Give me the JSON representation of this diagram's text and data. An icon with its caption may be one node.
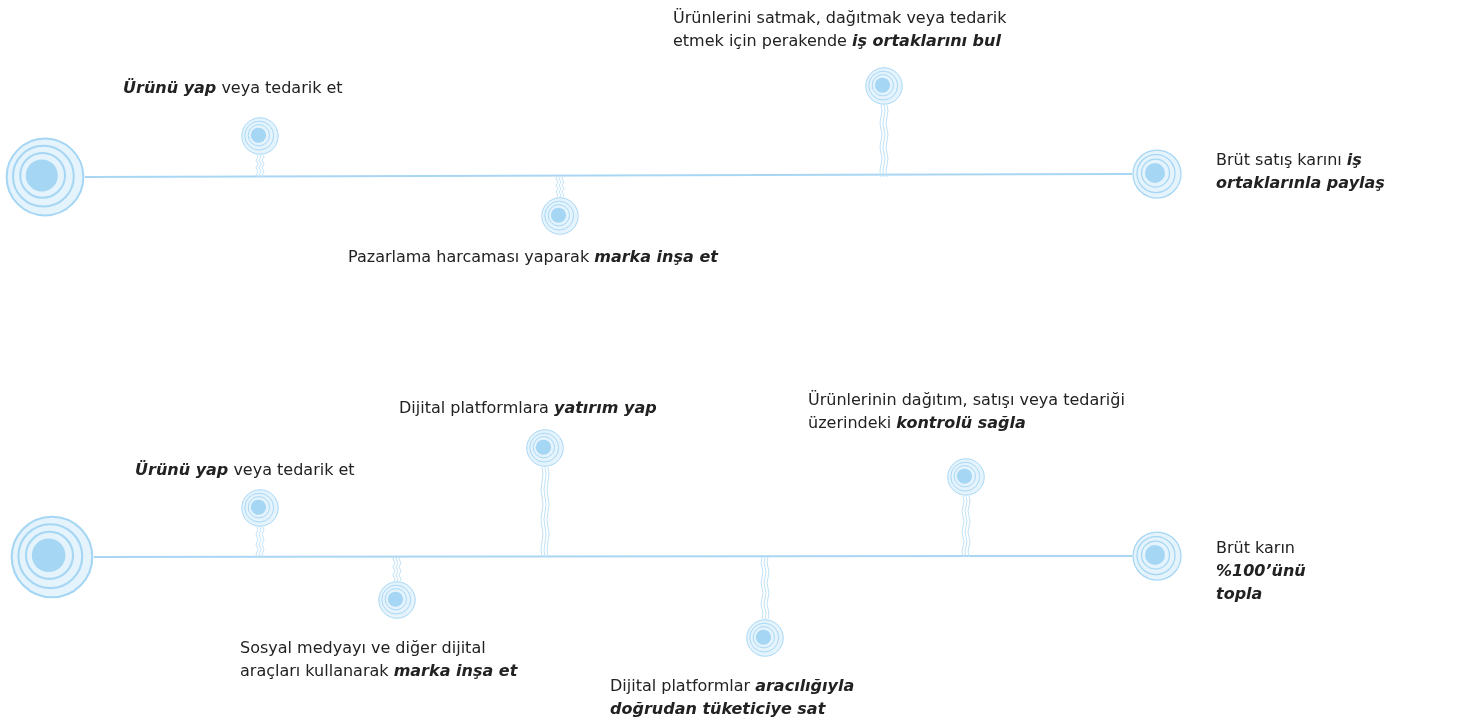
{
  "diagram": {
    "nodes": [
      {
        "text": [],
        "shape": "circle"
      },
      {
        "text": [],
        "shape": "circle",
        "beside": [
          "**Ürünü yap** veya tedarik et"
        ]
      },
      {
        "text": [],
        "shape": "circle",
        "beside": [
          "Pazarlama harcaması yaparak **marka inşa et**"
        ]
      },
      {
        "text": [],
        "shape": "circle",
        "beside": [
          "Ürünlerini satmak, dağıtmak veya tedarik etmek için perakende **iş ortaklarını bul**"
        ]
      },
      {
        "text": [],
        "shape": "circle",
        "beside": [
          "Brüt satış karını **iş ortaklarınla paylaş**"
        ]
      },
      {
        "text": [],
        "shape": "circle"
      },
      {
        "text": [],
        "shape": "circle",
        "beside": [
          "**Ürünü yap** veya tedarik et"
        ]
      },
      {
        "text": [],
        "shape": "circle",
        "beside": [
          "Sosyal medyayı ve diğer dijital araçları kullanarak **marka inşa et**"
        ]
      },
      {
        "text": [],
        "shape": "circle",
        "beside": [
          "Dijital platformlara **yatırım yap**"
        ]
      },
      {
        "text": [],
        "shape": "circle",
        "beside": [
          "Dijital platformlar **aracılığıyla doğrudan tüketiciye sat**"
        ]
      },
      {
        "text": [],
        "shape": "circle",
        "beside": [
          "Ürünlerinin dağıtım, satışı veya tedariği üzerindeki **kontrolü sağla**"
        ]
      },
      {
        "text": [],
        "shape": "circle",
        "beside": [
          "Brüt karın **%100’ünü topla**"
        ]
      }
    ],
    "edges": [
      {
        "from": 0,
        "to": 4,
        "arrow": "none"
      },
      {
        "from": 5,
        "to": 11,
        "arrow": "none"
      }
    ]
  }
}
